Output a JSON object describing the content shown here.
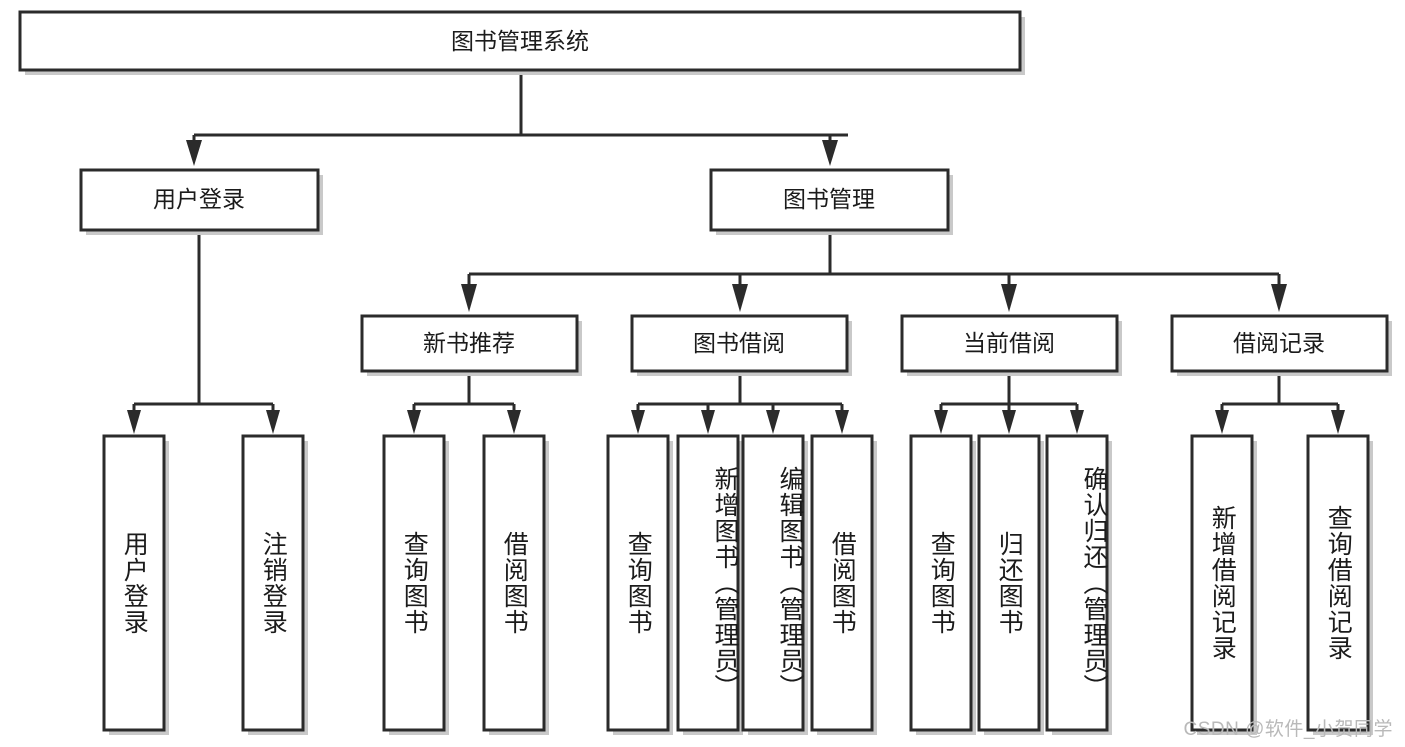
{
  "diagram": {
    "type": "tree",
    "title_node": {
      "label": "图书管理系统",
      "level": 0
    },
    "level1": [
      {
        "label": "用户登录"
      },
      {
        "label": "图书管理"
      }
    ],
    "level2": [
      {
        "label": "新书推荐"
      },
      {
        "label": "图书借阅"
      },
      {
        "label": "当前借阅"
      },
      {
        "label": "借阅记录"
      }
    ],
    "leaves": {
      "user_login": [
        {
          "label": "用户登录"
        },
        {
          "label": "注销登录"
        }
      ],
      "new_book_recommend": [
        {
          "label": "查询图书"
        },
        {
          "label": "借阅图书"
        }
      ],
      "book_borrow": [
        {
          "label": "查询图书"
        },
        {
          "label": "新增图书（管理员）"
        },
        {
          "label": "编辑图书（管理员）"
        },
        {
          "label": "借阅图书"
        }
      ],
      "current_borrow": [
        {
          "label": "查询图书"
        },
        {
          "label": "归还图书"
        },
        {
          "label": "确认归还（管理员）"
        }
      ],
      "borrow_record": [
        {
          "label": "新增借阅记录"
        },
        {
          "label": "查询借阅记录"
        }
      ]
    }
  },
  "watermark": {
    "text": "CSDN @软件_小贺同学"
  },
  "colors": {
    "stroke": "#2b2b2b",
    "fill": "#ffffff",
    "shadow": "#c9c9c9",
    "text": "#1b1b1b",
    "watermark": "#b9b9b9"
  }
}
